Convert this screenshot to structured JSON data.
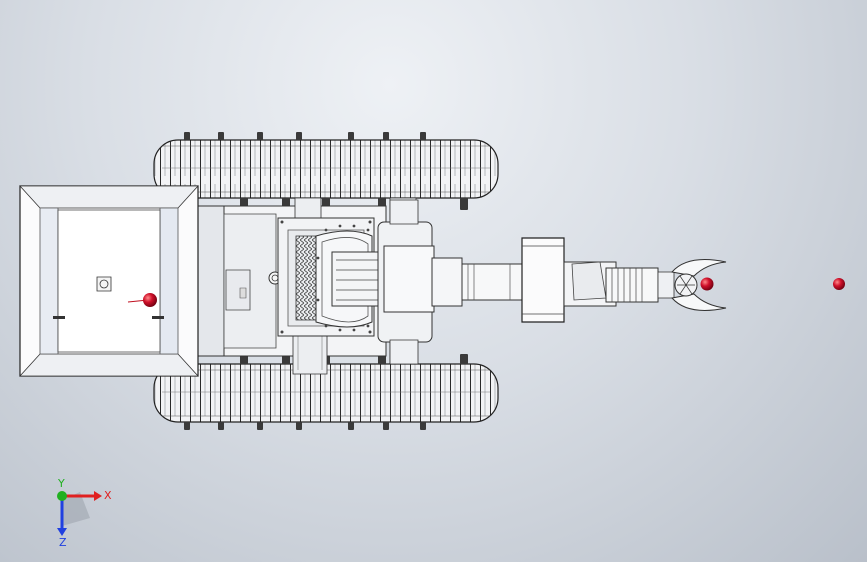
{
  "viewport": {
    "model": "tracked-robot-top-view",
    "background_top": "#eef1f5",
    "background_bottom": "#b9c0ca"
  },
  "triad": {
    "x_label": "X",
    "y_label": "Y",
    "z_label": "Z",
    "x_color": "#e02020",
    "y_color": "#20b020",
    "z_color": "#2040e0"
  },
  "markers": {
    "color": "#d0102a"
  }
}
